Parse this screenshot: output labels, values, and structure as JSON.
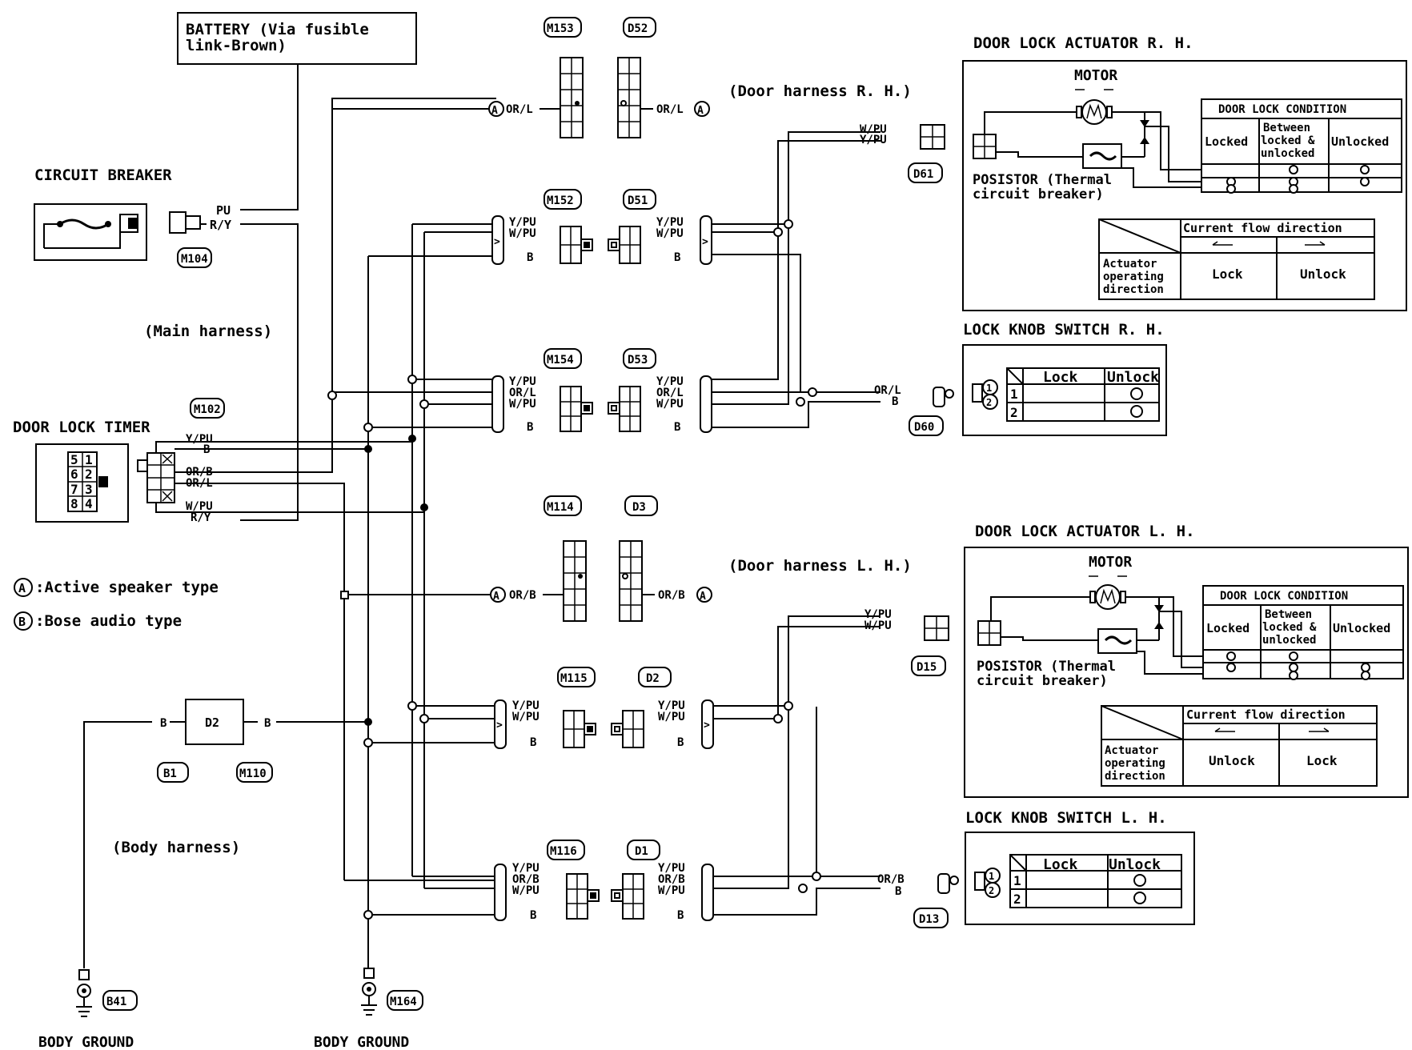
{
  "battery": {
    "line1": "BATTERY (Via fusible",
    "line2": "link-Brown)"
  },
  "circuit_breaker": {
    "title": "CIRCUIT BREAKER",
    "connector": "M104",
    "pin_pu": "PU",
    "pin_ry": "R/Y"
  },
  "harness": {
    "main": "(Main harness)",
    "body": "(Body harness)",
    "door_rh": "(Door harness R. H.)",
    "door_lh": "(Door harness L. H.)"
  },
  "timer": {
    "title": "DOOR LOCK TIMER",
    "connector": "M102",
    "pins": [
      "5",
      "1",
      "6",
      "2",
      "7",
      "3",
      "8",
      "4"
    ],
    "wires": [
      "Y/PU",
      "B",
      "OR/B",
      "OR/L",
      "W/PU",
      "R/Y"
    ]
  },
  "legend": {
    "a": "A",
    "a_label": ":Active speaker type",
    "b": "B",
    "b_label": ":Bose audio type"
  },
  "diode": {
    "label": "D2",
    "left_wire": "B",
    "right_wire": "B",
    "conn_left": "B1",
    "conn_right": "M110"
  },
  "grounds": {
    "left_conn": "B41",
    "right_conn": "M164",
    "label": "BODY GROUND",
    "wire": "B"
  },
  "connectors": {
    "m153": "M153",
    "d52": "D52",
    "m152": "M152",
    "d51": "D51",
    "m154": "M154",
    "d53": "D53",
    "m114": "M114",
    "d3": "D3",
    "m115": "M115",
    "d2": "D2",
    "m116": "M116",
    "d1": "D1",
    "d61": "D61",
    "d60": "D60",
    "d15": "D15",
    "d13": "D13"
  },
  "wires": {
    "or_l": "OR/L",
    "or_b": "OR/B",
    "y_pu": "Y/PU",
    "w_pu": "W/PU",
    "b": "B",
    "a_mark": "A"
  },
  "actuator_rh": {
    "title": "DOOR LOCK ACTUATOR R. H.",
    "motor": "MOTOR",
    "posistor1": "POSISTOR (Thermal",
    "posistor2": "circuit breaker)",
    "cond_title": "DOOR LOCK CONDITION",
    "col_locked": "Locked",
    "col_between1": "Between",
    "col_between2": "locked &",
    "col_between3": "unlocked",
    "col_unlocked": "Unlocked",
    "flow_title": "Current flow direction",
    "row1": "Actuator",
    "row2": "operating",
    "row3": "direction",
    "dir_left": "Lock",
    "dir_right": "Unlock"
  },
  "actuator_lh": {
    "title": "DOOR LOCK ACTUATOR L. H.",
    "motor": "MOTOR",
    "posistor1": "POSISTOR (Thermal",
    "posistor2": "circuit breaker)",
    "cond_title": "DOOR LOCK CONDITION",
    "col_locked": "Locked",
    "col_between1": "Between",
    "col_between2": "locked &",
    "col_between3": "unlocked",
    "col_unlocked": "Unlocked",
    "flow_title": "Current flow direction",
    "row1": "Actuator",
    "row2": "operating",
    "row3": "direction",
    "dir_left": "Unlock",
    "dir_right": "Lock"
  },
  "knob_rh": {
    "title": "LOCK KNOB SWITCH R. H.",
    "col_lock": "Lock",
    "col_unlock": "Unlock",
    "row1": "1",
    "row2": "2",
    "pin1": "1",
    "pin2": "2"
  },
  "knob_lh": {
    "title": "LOCK KNOB SWITCH L. H.",
    "col_lock": "Lock",
    "col_unlock": "Unlock",
    "row1": "1",
    "row2": "2",
    "pin1": "1",
    "pin2": "2"
  }
}
